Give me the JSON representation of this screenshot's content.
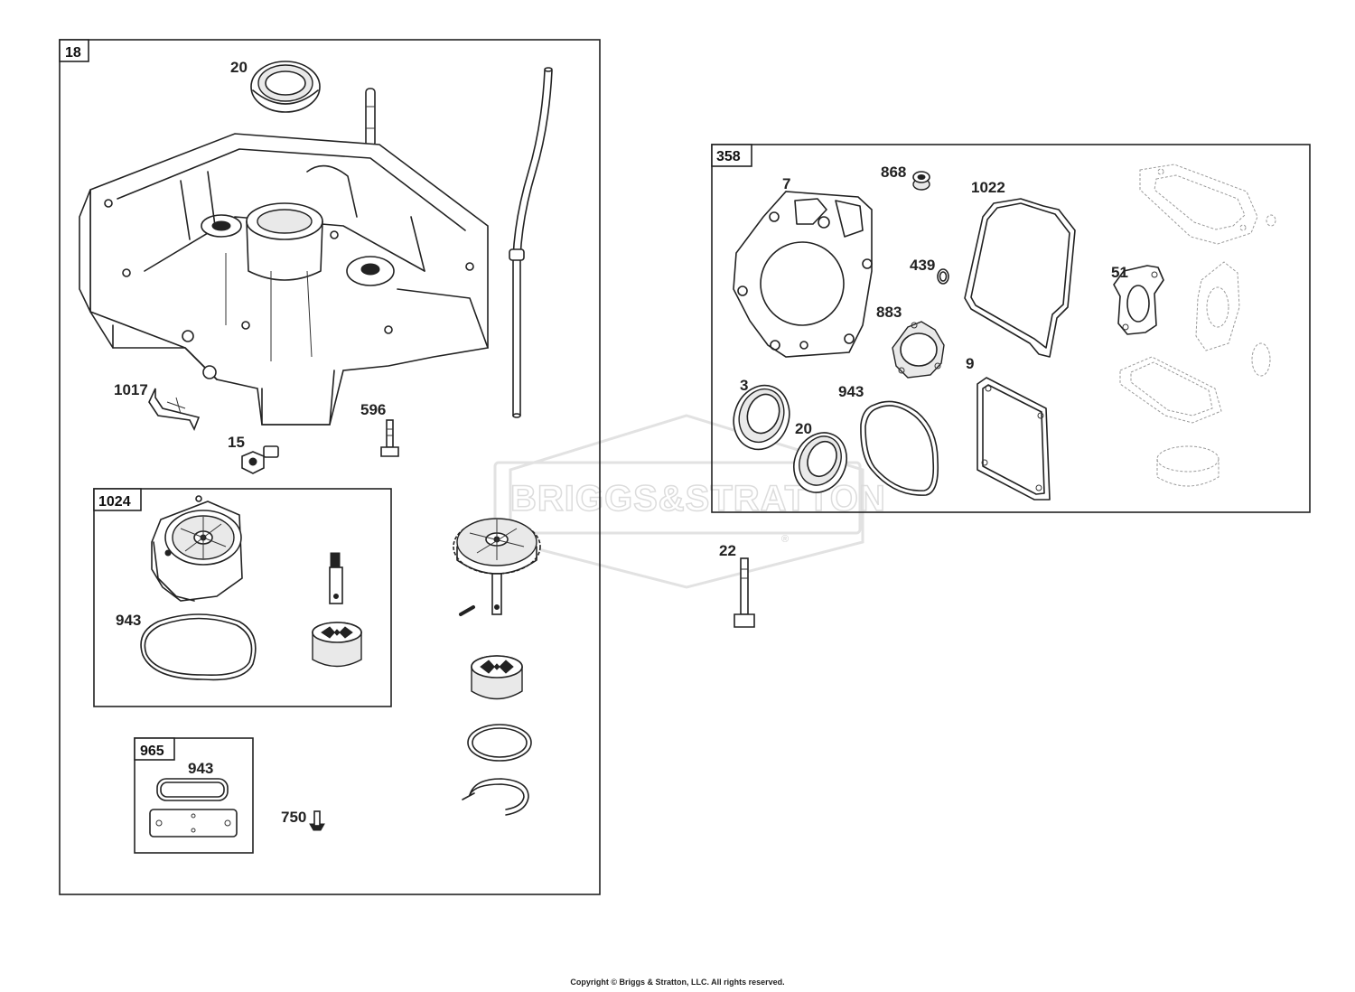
{
  "watermark": {
    "brand_text": "BRIGGS&STRATTON",
    "registered_mark": "®"
  },
  "copyright": "Copyright © Briggs & Stratton, LLC. All rights reserved.",
  "boxes": {
    "box18": "18",
    "box1024": "1024",
    "box965": "965",
    "box358": "358"
  },
  "callouts": {
    "c20_top": "20",
    "c1017": "1017",
    "c596": "596",
    "c15": "15",
    "c943_pump": "943",
    "c943_965": "943",
    "c750": "750",
    "c7": "7",
    "c868": "868",
    "c1022": "1022",
    "c439": "439",
    "c51": "51",
    "c883": "883",
    "c9": "9",
    "c3": "3",
    "c943_kit": "943",
    "c20_kit": "20",
    "c22": "22"
  }
}
